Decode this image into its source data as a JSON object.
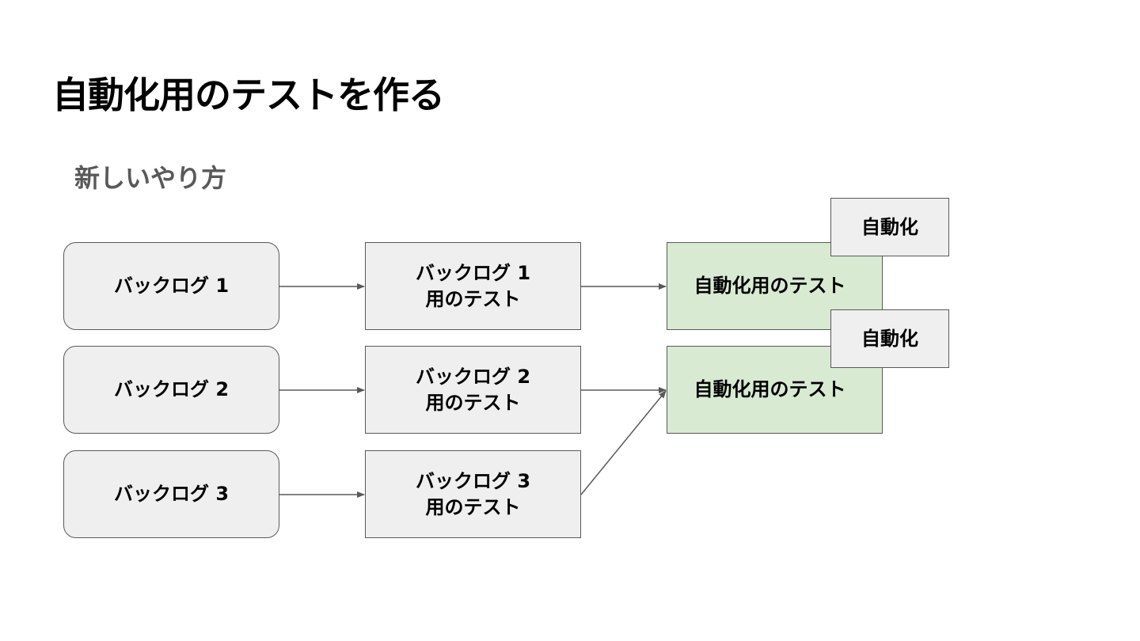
{
  "title": "自動化用のテストを作る",
  "subtitle": "新しいやり方",
  "backlogs": [
    {
      "label": "バックログ 1"
    },
    {
      "label": "バックログ 2"
    },
    {
      "label": "バックログ 3"
    }
  ],
  "tests": [
    {
      "line1": "バックログ 1",
      "line2": "用のテスト"
    },
    {
      "line1": "バックログ 2",
      "line2": "用のテスト"
    },
    {
      "line1": "バックログ 3",
      "line2": "用のテスト"
    }
  ],
  "automated_tests": [
    {
      "label": "自動化用のテスト",
      "tag": "自動化"
    },
    {
      "label": "自動化用のテスト",
      "tag": "自動化"
    }
  ],
  "colors": {
    "box_fill": "#efefef",
    "automated_fill": "#d9ead3",
    "border": "#595959",
    "subtitle": "#595959"
  }
}
